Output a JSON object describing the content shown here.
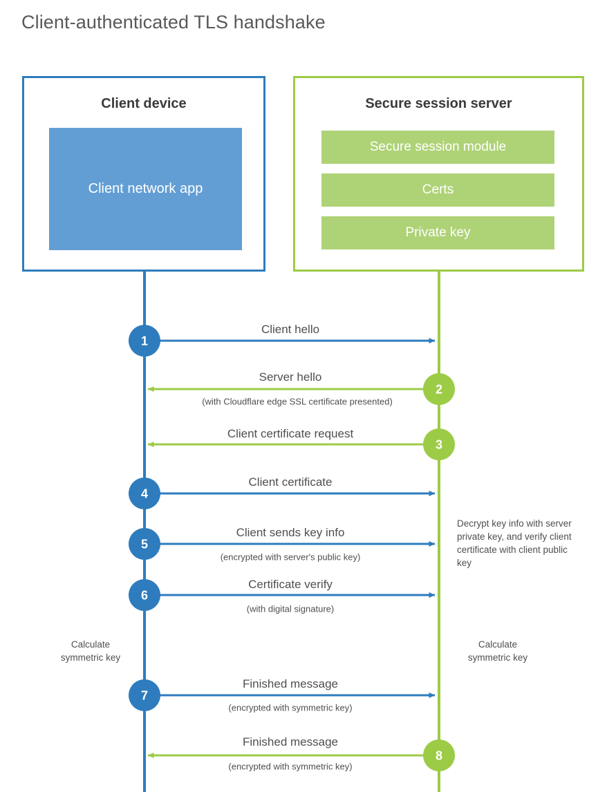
{
  "title": "Client-authenticated TLS handshake",
  "colors": {
    "client_blue": "#2e7cbd",
    "client_app_fill": "#629ed4",
    "server_green": "#9ccb46",
    "server_bar_fill": "#aed276",
    "text": "#4f4f4f",
    "title_text": "#58595b"
  },
  "parties": {
    "client": {
      "title": "Client device",
      "app_label": "Client network\napp"
    },
    "server": {
      "title": "Secure session server",
      "components": [
        "Secure session module",
        "Certs",
        "Private key"
      ]
    }
  },
  "steps": [
    {
      "num": "1",
      "direction": "client-to-server",
      "label": "Client hello",
      "sub": ""
    },
    {
      "num": "2",
      "direction": "server-to-client",
      "label": "Server hello",
      "sub": "(with Cloudflare edge SSL certificate presented)"
    },
    {
      "num": "3",
      "direction": "server-to-client",
      "label": "Client certificate request",
      "sub": ""
    },
    {
      "num": "4",
      "direction": "client-to-server",
      "label": "Client certificate",
      "sub": ""
    },
    {
      "num": "5",
      "direction": "client-to-server",
      "label": "Client sends key info",
      "sub": "(encrypted with server's public key)"
    },
    {
      "num": "6",
      "direction": "client-to-server",
      "label": "Certificate verify",
      "sub": "(with digital signature)"
    },
    {
      "num": "7",
      "direction": "client-to-server",
      "label": "Finished message",
      "sub": "(encrypted with symmetric key)"
    },
    {
      "num": "8",
      "direction": "server-to-client",
      "label": "Finished message",
      "sub": "(encrypted with symmetric key)"
    }
  ],
  "notes": {
    "server_decrypt": "Decrypt key info with server private key, and verify client certificate with client public key",
    "client_calc": "Calculate\nsymmetric key",
    "server_calc": "Calculate\nsymmetric key"
  }
}
